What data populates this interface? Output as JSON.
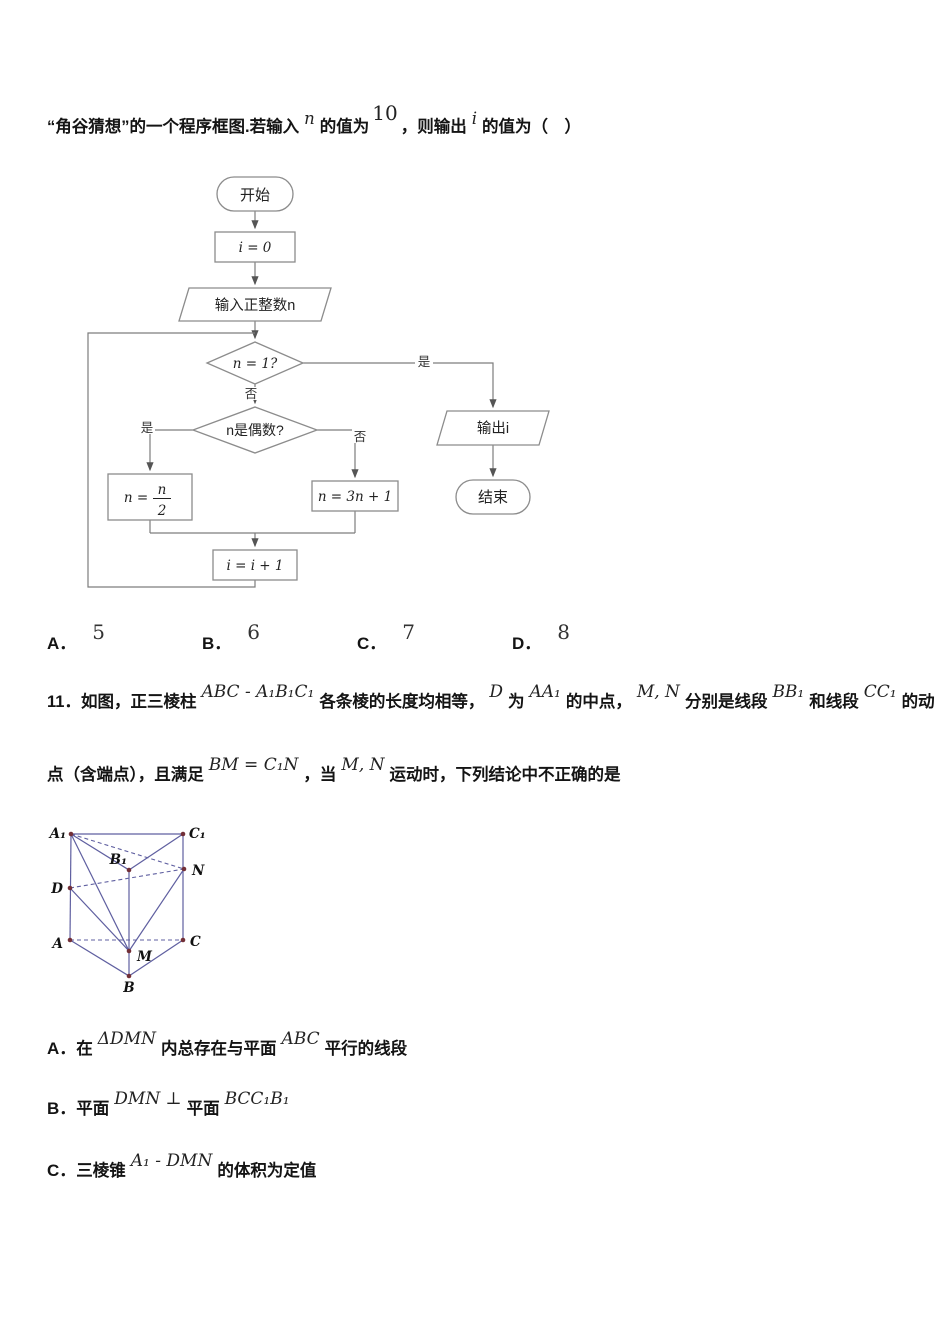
{
  "q10": {
    "intro": {
      "t1": "“角谷猜想”的一个程序框图.若输入",
      "m1": "n",
      "t2": "的值为",
      "m2": "10",
      "t3": "，则输出",
      "m3": "i",
      "t4": "的值为（　）"
    },
    "flowchart": {
      "start": "开始",
      "init": "i = 0",
      "input": "输入正整数n",
      "cond1": "n = 1?",
      "cond2": "n是偶数?",
      "label_yes_right": "是",
      "label_no_down": "否",
      "label_yes_left": "是",
      "label_no_right": "否",
      "left_pre": "n =",
      "left_num": "n",
      "left_den": "2",
      "right_assign": "n = 3n + 1",
      "inc": "i = i + 1",
      "output": "输出i",
      "end": "结束"
    },
    "options": [
      {
        "label": "A．",
        "value": "5"
      },
      {
        "label": "B．",
        "value": "6"
      },
      {
        "label": "C．",
        "value": "7"
      },
      {
        "label": "D．",
        "value": "8"
      }
    ]
  },
  "q11": {
    "line1": {
      "t1": "11．如图，正三棱柱",
      "m1": "ABC - A₁B₁C₁",
      "t2": "各条棱的长度均相等，",
      "m2": "D",
      "t3": "为",
      "m3": "AA₁",
      "t4": "的中点，",
      "m4": "M, N",
      "t5": "分别是线段",
      "m5": "BB₁",
      "t6": "和线段",
      "m6": "CC₁",
      "t7": "的动"
    },
    "line2": {
      "t1": "点（含端点），且满足",
      "m1": "BM = C₁N",
      "t2": "，当",
      "m2": "M, N",
      "t3": "运动时，下列结论中不正确的是"
    },
    "figure_labels": {
      "A1": "A₁",
      "C1": "C₁",
      "B1": "B₁",
      "N": "N",
      "D": "D",
      "A": "A",
      "C": "C",
      "M": "M",
      "B": "B"
    },
    "optionA": {
      "label": "A．",
      "t1": "在",
      "m1": "ΔDMN",
      "t2": "内总存在与平面",
      "m2": "ABC",
      "t3": "平行的线段"
    },
    "optionB": {
      "label": "B．",
      "t1": "平面",
      "m1": "DMN ⊥",
      "t2": "平面",
      "m2": "BCC₁B₁"
    },
    "optionC": {
      "label": "C．",
      "t1": "三棱锥",
      "m1": "A₁ - DMN",
      "t2": "的体积为定值"
    }
  },
  "colors": {
    "flow_line": "#7d7d7d",
    "flow_border": "#8c8c8c",
    "prism_edge": "#5f5fa0",
    "prism_dot": "#722f37",
    "text": "#141414"
  }
}
